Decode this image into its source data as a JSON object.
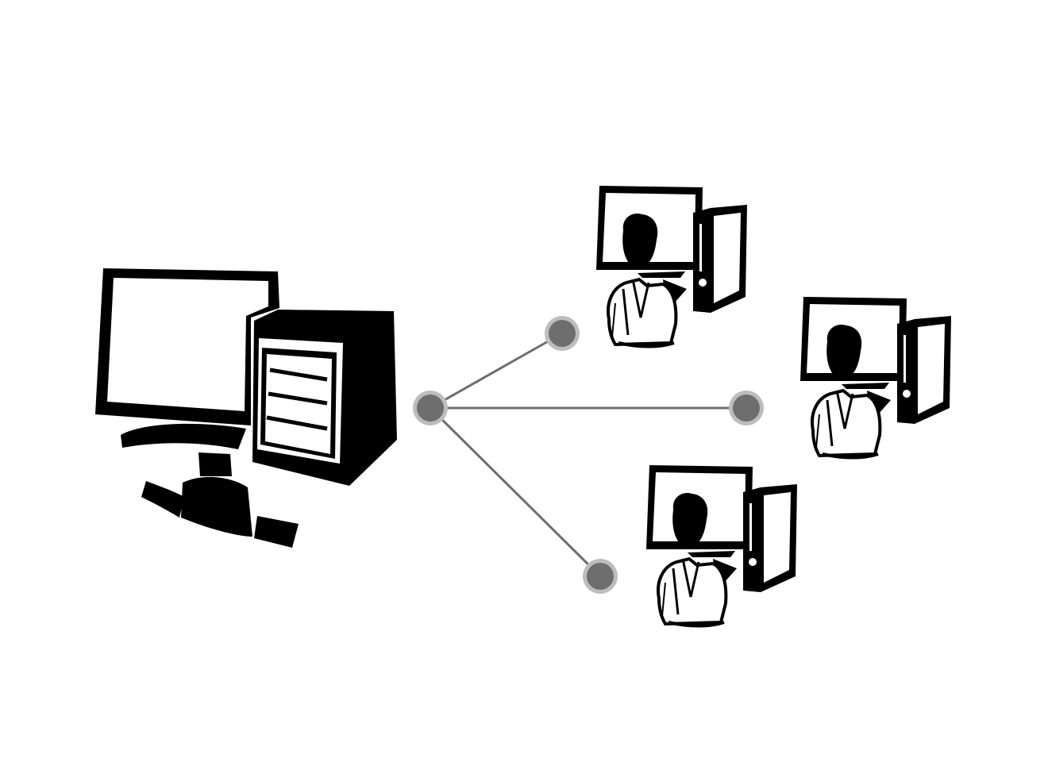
{
  "diagram": {
    "kind": "network-topology",
    "server": {
      "icon": "server-workstation-icon"
    },
    "hub": {
      "icon": "network-hub-node"
    },
    "clients": [
      {
        "id": "top",
        "icon": "client-user-workstation-icon"
      },
      {
        "id": "middle",
        "icon": "client-user-workstation-icon"
      },
      {
        "id": "bottom",
        "icon": "client-user-workstation-icon"
      }
    ],
    "connections": [
      {
        "from": "hub",
        "to": "top"
      },
      {
        "from": "hub",
        "to": "middle"
      },
      {
        "from": "hub",
        "to": "bottom"
      }
    ],
    "colors": {
      "background": "#ffffff",
      "icon": "#000000",
      "node_fill": "#6e6e6e",
      "node_ring": "#bdbdbd",
      "link": "#6e6e6e"
    }
  }
}
